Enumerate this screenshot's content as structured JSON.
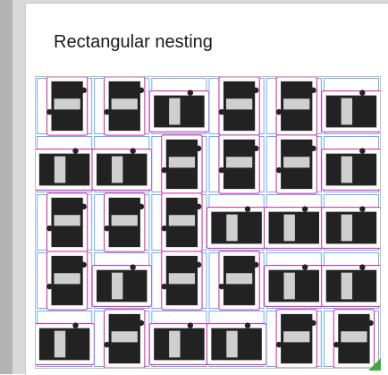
{
  "slide": {
    "title": "Rectangular nesting"
  },
  "colors": {
    "part_outline": "#d2239b",
    "bounding_rect": "#6ea8ff",
    "print_dark": "#222222",
    "print_light": "#cfcfcf",
    "accent": "#3daa3d"
  },
  "nesting": {
    "rows": [
      [
        "v",
        "v",
        "h",
        "v",
        "v",
        "h"
      ],
      [
        "h",
        "h",
        "v",
        "v",
        "v",
        "h"
      ],
      [
        "v",
        "v",
        "v",
        "h",
        "h",
        "h"
      ],
      [
        "v",
        "h",
        "v",
        "v",
        "h",
        "h"
      ],
      [
        "h",
        "v",
        "h",
        "h",
        "v",
        "v"
      ]
    ]
  }
}
